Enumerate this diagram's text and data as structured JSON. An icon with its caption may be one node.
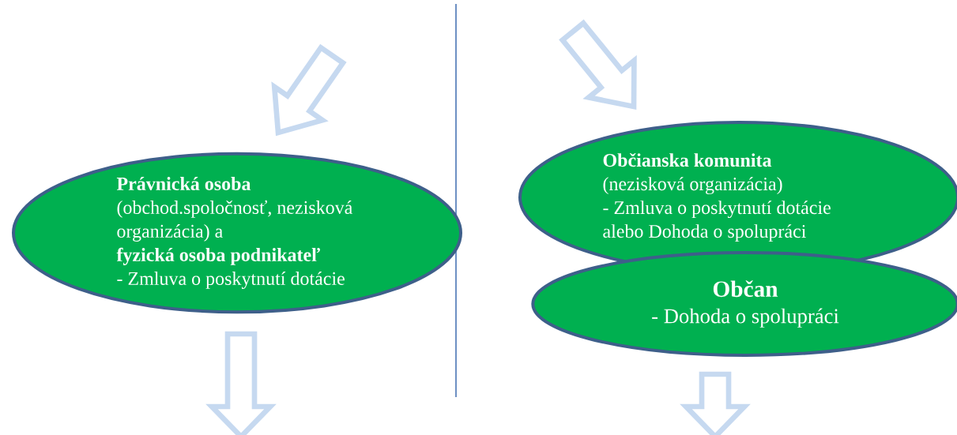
{
  "diagram": {
    "nodes": [
      {
        "text": [
          "Právnická osoba",
          "(obchod.spoločnosť, nezisková organizácia) a",
          "fyzická osoba podnikateľ",
          "- Zmluva o poskytnutí dotácie"
        ]
      },
      {
        "text": [
          "Občianska komunita",
          "(nezisková organizácia)",
          "- Zmluva o poskytnutí dotácie alebo Dohoda o spolupráci"
        ]
      },
      {
        "text": [
          "Občan",
          "- Dohoda o spolupráci"
        ]
      }
    ],
    "edges": [
      {
        "from": null,
        "to": 0,
        "arrow": "to"
      },
      {
        "from": null,
        "to": 1,
        "arrow": "to"
      },
      {
        "from": 0,
        "to": null,
        "arrow": "to"
      },
      {
        "from": 2,
        "to": null,
        "arrow": "to"
      }
    ]
  }
}
